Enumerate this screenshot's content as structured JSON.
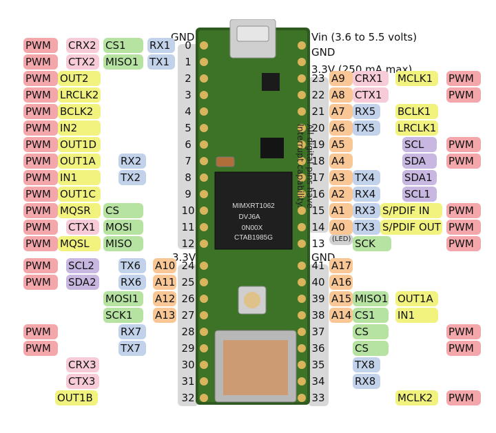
{
  "top": {
    "gnd_left": "GND",
    "vin": "Vin  (3.6 to 5.5 volts)",
    "gnd_right": "GND",
    "v33": "3.3V (250 mA max)"
  },
  "mid": {
    "v33_left": "3.3V",
    "gnd_right": "GND",
    "led": "(LED)"
  },
  "note": [
    "All digital pins have",
    "Interrupt capability."
  ],
  "chip": {
    "line1": "MIMXRT1062",
    "line2": "DVJ6A",
    "line3": "0N00X",
    "line4": "CTAB1985G"
  },
  "left_pins": [
    {
      "pin": "0",
      "labels": [
        {
          "t": "PWM",
          "c": "pwm"
        },
        {
          "t": "CRX2",
          "c": "pink"
        },
        {
          "t": "CS1",
          "c": "green"
        },
        {
          "t": "RX1",
          "c": "blue"
        }
      ]
    },
    {
      "pin": "1",
      "labels": [
        {
          "t": "PWM",
          "c": "pwm"
        },
        {
          "t": "CTX2",
          "c": "pink"
        },
        {
          "t": "MISO1",
          "c": "green"
        },
        {
          "t": "TX1",
          "c": "blue"
        }
      ]
    },
    {
      "pin": "2",
      "labels": [
        {
          "t": "PWM",
          "c": "pwm"
        },
        {
          "t": "OUT2",
          "c": "yellow"
        }
      ]
    },
    {
      "pin": "3",
      "labels": [
        {
          "t": "PWM",
          "c": "pwm"
        },
        {
          "t": "LRCLK2",
          "c": "yellow"
        }
      ]
    },
    {
      "pin": "4",
      "labels": [
        {
          "t": "PWM",
          "c": "pwm"
        },
        {
          "t": "BCLK2",
          "c": "yellow"
        }
      ]
    },
    {
      "pin": "5",
      "labels": [
        {
          "t": "PWM",
          "c": "pwm"
        },
        {
          "t": "IN2",
          "c": "yellow"
        }
      ]
    },
    {
      "pin": "6",
      "labels": [
        {
          "t": "PWM",
          "c": "pwm"
        },
        {
          "t": "OUT1D",
          "c": "yellow"
        }
      ]
    },
    {
      "pin": "7",
      "labels": [
        {
          "t": "PWM",
          "c": "pwm"
        },
        {
          "t": "OUT1A",
          "c": "yellow"
        },
        {
          "t": "RX2",
          "c": "blue"
        }
      ]
    },
    {
      "pin": "8",
      "labels": [
        {
          "t": "PWM",
          "c": "pwm"
        },
        {
          "t": "IN1",
          "c": "yellow"
        },
        {
          "t": "TX2",
          "c": "blue"
        }
      ]
    },
    {
      "pin": "9",
      "labels": [
        {
          "t": "PWM",
          "c": "pwm"
        },
        {
          "t": "OUT1C",
          "c": "yellow"
        }
      ]
    },
    {
      "pin": "10",
      "labels": [
        {
          "t": "PWM",
          "c": "pwm"
        },
        {
          "t": "MQSR",
          "c": "yellow"
        },
        {
          "t": "CS",
          "c": "green"
        }
      ]
    },
    {
      "pin": "11",
      "labels": [
        {
          "t": "PWM",
          "c": "pwm"
        },
        {
          "t": "CTX1",
          "c": "pink"
        },
        {
          "t": "MOSI",
          "c": "green"
        }
      ]
    },
    {
      "pin": "12",
      "labels": [
        {
          "t": "PWM",
          "c": "pwm"
        },
        {
          "t": "MQSL",
          "c": "yellow"
        },
        {
          "t": "MISO",
          "c": "green"
        }
      ]
    },
    {
      "pin": "24",
      "labels": [
        {
          "t": "PWM",
          "c": "pwm"
        },
        {
          "t": "SCL2",
          "c": "purple"
        },
        {
          "t": "TX6",
          "c": "blue"
        },
        {
          "t": "A10",
          "c": "orange"
        }
      ]
    },
    {
      "pin": "25",
      "labels": [
        {
          "t": "PWM",
          "c": "pwm"
        },
        {
          "t": "SDA2",
          "c": "purple"
        },
        {
          "t": "RX6",
          "c": "blue"
        },
        {
          "t": "A11",
          "c": "orange"
        }
      ]
    },
    {
      "pin": "26",
      "labels": [
        {
          "t": "MOSI1",
          "c": "green"
        },
        {
          "t": "A12",
          "c": "orange"
        }
      ]
    },
    {
      "pin": "27",
      "labels": [
        {
          "t": "SCK1",
          "c": "green"
        },
        {
          "t": "A13",
          "c": "orange"
        }
      ]
    },
    {
      "pin": "28",
      "labels": [
        {
          "t": "PWM",
          "c": "pwm"
        },
        {
          "t": "RX7",
          "c": "blue"
        }
      ]
    },
    {
      "pin": "29",
      "labels": [
        {
          "t": "PWM",
          "c": "pwm"
        },
        {
          "t": "TX7",
          "c": "blue"
        }
      ]
    },
    {
      "pin": "30",
      "labels": [
        {
          "t": "CRX3",
          "c": "pink"
        }
      ]
    },
    {
      "pin": "31",
      "labels": [
        {
          "t": "CTX3",
          "c": "pink"
        }
      ]
    },
    {
      "pin": "32",
      "labels": [
        {
          "t": "OUT1B",
          "c": "yellow"
        }
      ]
    }
  ],
  "right_pins": [
    {
      "pin": "23",
      "labels": [
        {
          "t": "A9",
          "c": "orange"
        },
        {
          "t": "CRX1",
          "c": "pink"
        },
        {
          "t": "MCLK1",
          "c": "yellow"
        },
        {
          "t": "PWM",
          "c": "pwm"
        }
      ]
    },
    {
      "pin": "22",
      "labels": [
        {
          "t": "A8",
          "c": "orange"
        },
        {
          "t": "CTX1",
          "c": "pink"
        },
        {
          "t": "PWM",
          "c": "pwm"
        }
      ]
    },
    {
      "pin": "21",
      "labels": [
        {
          "t": "A7",
          "c": "orange"
        },
        {
          "t": "RX5",
          "c": "blue"
        },
        {
          "t": "BCLK1",
          "c": "yellow"
        }
      ]
    },
    {
      "pin": "20",
      "labels": [
        {
          "t": "A6",
          "c": "orange"
        },
        {
          "t": "TX5",
          "c": "blue"
        },
        {
          "t": "LRCLK1",
          "c": "yellow"
        }
      ]
    },
    {
      "pin": "19",
      "labels": [
        {
          "t": "A5",
          "c": "orange"
        },
        {
          "t": "SCL",
          "c": "purple"
        },
        {
          "t": "PWM",
          "c": "pwm"
        }
      ]
    },
    {
      "pin": "18",
      "labels": [
        {
          "t": "A4",
          "c": "orange"
        },
        {
          "t": "SDA",
          "c": "purple"
        },
        {
          "t": "PWM",
          "c": "pwm"
        }
      ]
    },
    {
      "pin": "17",
      "labels": [
        {
          "t": "A3",
          "c": "orange"
        },
        {
          "t": "TX4",
          "c": "blue"
        },
        {
          "t": "SDA1",
          "c": "purple"
        }
      ]
    },
    {
      "pin": "16",
      "labels": [
        {
          "t": "A2",
          "c": "orange"
        },
        {
          "t": "RX4",
          "c": "blue"
        },
        {
          "t": "SCL1",
          "c": "purple"
        }
      ]
    },
    {
      "pin": "15",
      "labels": [
        {
          "t": "A1",
          "c": "orange"
        },
        {
          "t": "RX3",
          "c": "blue"
        },
        {
          "t": "S/PDIF IN",
          "c": "yellow"
        },
        {
          "t": "PWM",
          "c": "pwm"
        }
      ]
    },
    {
      "pin": "14",
      "labels": [
        {
          "t": "A0",
          "c": "orange"
        },
        {
          "t": "TX3",
          "c": "blue"
        },
        {
          "t": "S/PDIF OUT",
          "c": "yellow"
        },
        {
          "t": "PWM",
          "c": "pwm"
        }
      ]
    },
    {
      "pin": "13",
      "labels": [
        {
          "t": "SCK",
          "c": "green"
        },
        {
          "t": "PWM",
          "c": "pwm"
        }
      ]
    },
    {
      "pin": "41",
      "labels": [
        {
          "t": "A17",
          "c": "orange"
        }
      ]
    },
    {
      "pin": "40",
      "labels": [
        {
          "t": "A16",
          "c": "orange"
        }
      ]
    },
    {
      "pin": "39",
      "labels": [
        {
          "t": "A15",
          "c": "orange"
        },
        {
          "t": "MISO1",
          "c": "green"
        },
        {
          "t": "OUT1A",
          "c": "yellow"
        }
      ]
    },
    {
      "pin": "38",
      "labels": [
        {
          "t": "A14",
          "c": "orange"
        },
        {
          "t": "CS1",
          "c": "green"
        },
        {
          "t": "IN1",
          "c": "yellow"
        }
      ]
    },
    {
      "pin": "37",
      "labels": [
        {
          "t": "CS",
          "c": "green"
        },
        {
          "t": "PWM",
          "c": "pwm"
        }
      ]
    },
    {
      "pin": "36",
      "labels": [
        {
          "t": "CS",
          "c": "green"
        },
        {
          "t": "PWM",
          "c": "pwm"
        }
      ]
    },
    {
      "pin": "35",
      "labels": [
        {
          "t": "TX8",
          "c": "blue"
        }
      ]
    },
    {
      "pin": "34",
      "labels": [
        {
          "t": "RX8",
          "c": "blue"
        }
      ]
    },
    {
      "pin": "33",
      "labels": [
        {
          "t": "MCLK2",
          "c": "yellow"
        },
        {
          "t": "PWM",
          "c": "pwm"
        }
      ]
    }
  ]
}
